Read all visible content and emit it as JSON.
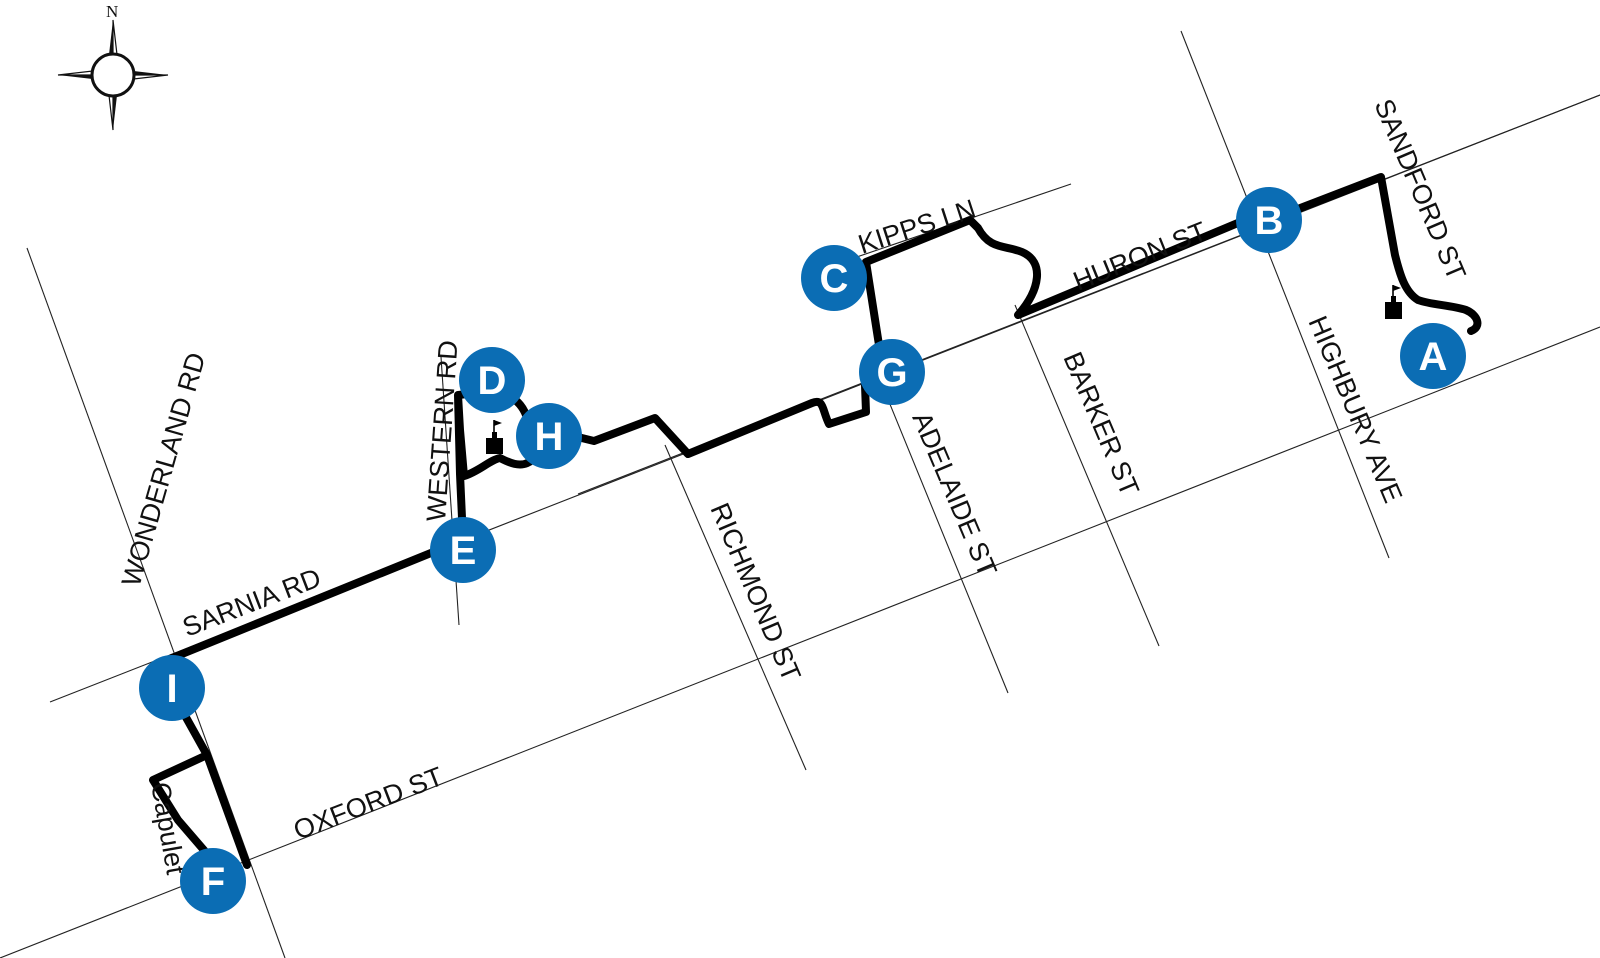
{
  "compass": {
    "north_label": "N"
  },
  "streets": {
    "wonderland": "WONDERLAND RD",
    "sarnia": "SARNIA RD",
    "western": "WESTERN RD",
    "richmond": "RICHMOND ST",
    "adelaide": "ADELAIDE ST",
    "barker": "BARKER ST",
    "highbury": "HIGHBURY AVE",
    "sandford": "SANDFORD ST",
    "kipps": "KIPPS LN",
    "huron": "HURON ST",
    "oxford": "OXFORD ST",
    "capulet": "Capulet"
  },
  "stops": {
    "a": "A",
    "b": "B",
    "c": "C",
    "d": "D",
    "e": "E",
    "f": "F",
    "g": "G",
    "h": "H",
    "i": "I"
  },
  "colors": {
    "stop": "#0b6db4",
    "route": "#000000",
    "street": "#222222"
  },
  "icons": [
    "compass-rose-icon",
    "school-icon"
  ]
}
